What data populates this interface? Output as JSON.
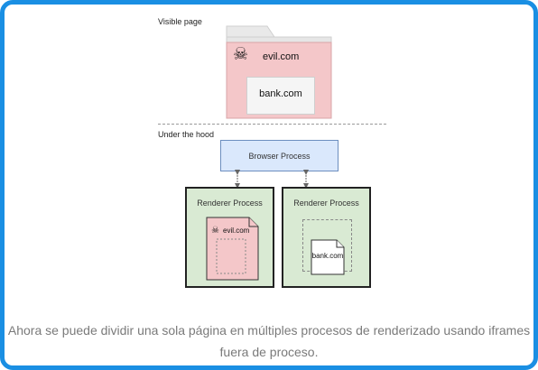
{
  "labels": {
    "visible_page": "Visible page",
    "under_the_hood": "Under the hood"
  },
  "visible_page": {
    "evil_domain": "evil.com",
    "bank_domain": "bank.com"
  },
  "browser_process": {
    "label": "Browser Process"
  },
  "renderer_left": {
    "label": "Renderer Process",
    "domain": "evil.com"
  },
  "renderer_right": {
    "label": "Renderer Process",
    "domain": "bank.com"
  },
  "caption": {
    "line1": "Ahora se puede dividir una sola página en múltiples procesos de renderizado usando iframes",
    "line2": "fuera de proceso."
  },
  "colors": {
    "border": "#1a8fe3",
    "pink": "#f4c7c9",
    "green": "#d9ead3",
    "blue": "#dae8fc"
  },
  "icons": [
    "skull-crossbones-icon",
    "document-icon"
  ]
}
